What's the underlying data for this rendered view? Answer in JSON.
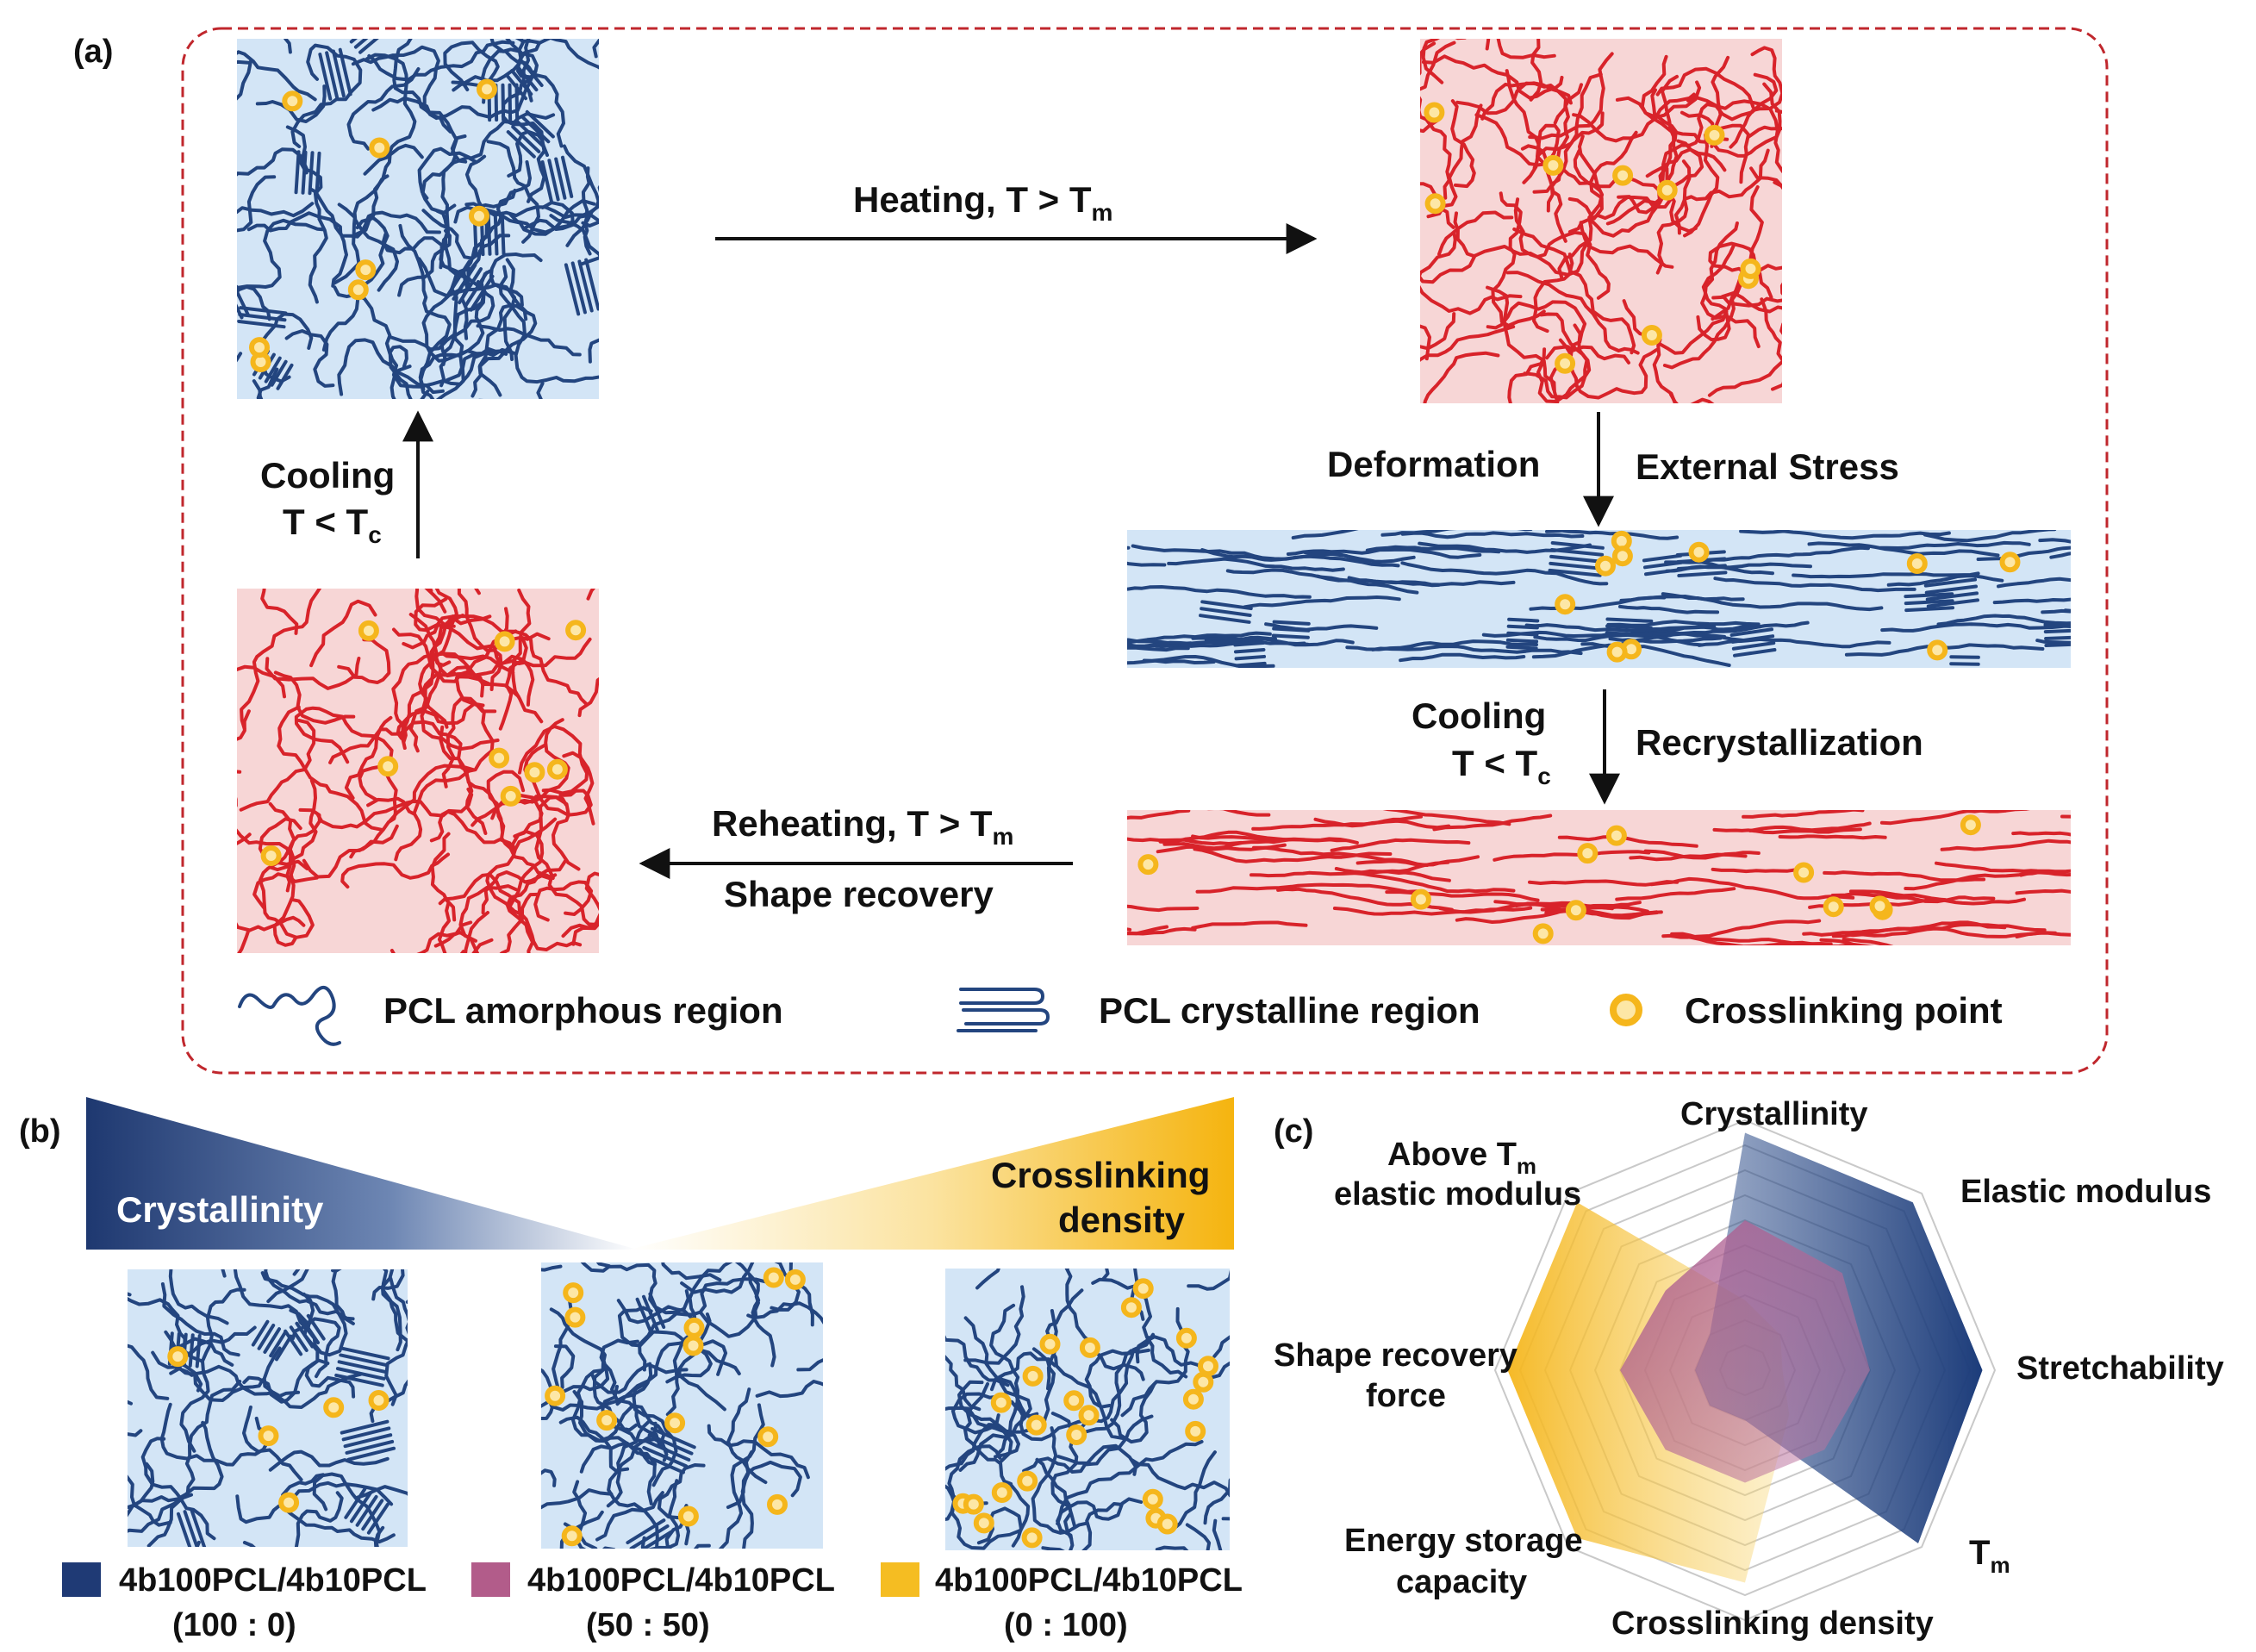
{
  "panel_a": {
    "label": "(a)",
    "heating": {
      "text": "Heating, T > T",
      "sub": "m"
    },
    "deformation": "Deformation",
    "external_stress": "External Stress",
    "cooling_right": {
      "line1": "Cooling",
      "line2": "T < T",
      "sub": "c"
    },
    "recrystallization": "Recrystallization",
    "reheating": {
      "text": "Reheating, T > T",
      "sub": "m"
    },
    "shape_recovery": "Shape recovery",
    "cooling_left": {
      "line1": "Cooling",
      "line2": "T < T",
      "sub": "c"
    },
    "legend": {
      "amorphous": "PCL amorphous region",
      "crystalline": "PCL crystalline region",
      "crosslink": "Crosslinking point"
    }
  },
  "panel_b": {
    "label": "(b)",
    "crystallinity": "Crystallinity",
    "crosslinking_line1": "Crosslinking",
    "crosslinking_line2": "density",
    "samples": [
      {
        "name": "4b100PCL/4b10PCL",
        "ratio": "(100 : 0)",
        "color": "#1f3a75"
      },
      {
        "name": "4b100PCL/4b10PCL",
        "ratio": "(50 : 50)",
        "color": "#b25c8a"
      },
      {
        "name": "4b100PCL/4b10PCL",
        "ratio": "(0 : 100)",
        "color": "#f5bd22"
      }
    ]
  },
  "panel_c": {
    "label": "(c)",
    "axes": {
      "crystallinity": "Crystallinity",
      "elastic_modulus": "Elastic modulus",
      "stretchability": "Stretchability",
      "tm": {
        "text": "T",
        "sub": "m"
      },
      "crosslinking_density": "Crosslinking density",
      "energy_storage_line1": "Energy storage",
      "energy_storage_line2": "capacity",
      "shape_recovery_line1": "Shape recovery",
      "shape_recovery_line2": "force",
      "above_tm_line1": "Above T",
      "above_tm_sub": "m",
      "above_tm_line2": "elastic modulus"
    }
  },
  "colors": {
    "blue_chain": "#23457f",
    "red_chain": "#d8232a",
    "blue_bg": "#d3e5f6",
    "red_bg": "#f7d6d6",
    "crosslink": "#f5b61c",
    "frame": "#c0272d"
  }
}
